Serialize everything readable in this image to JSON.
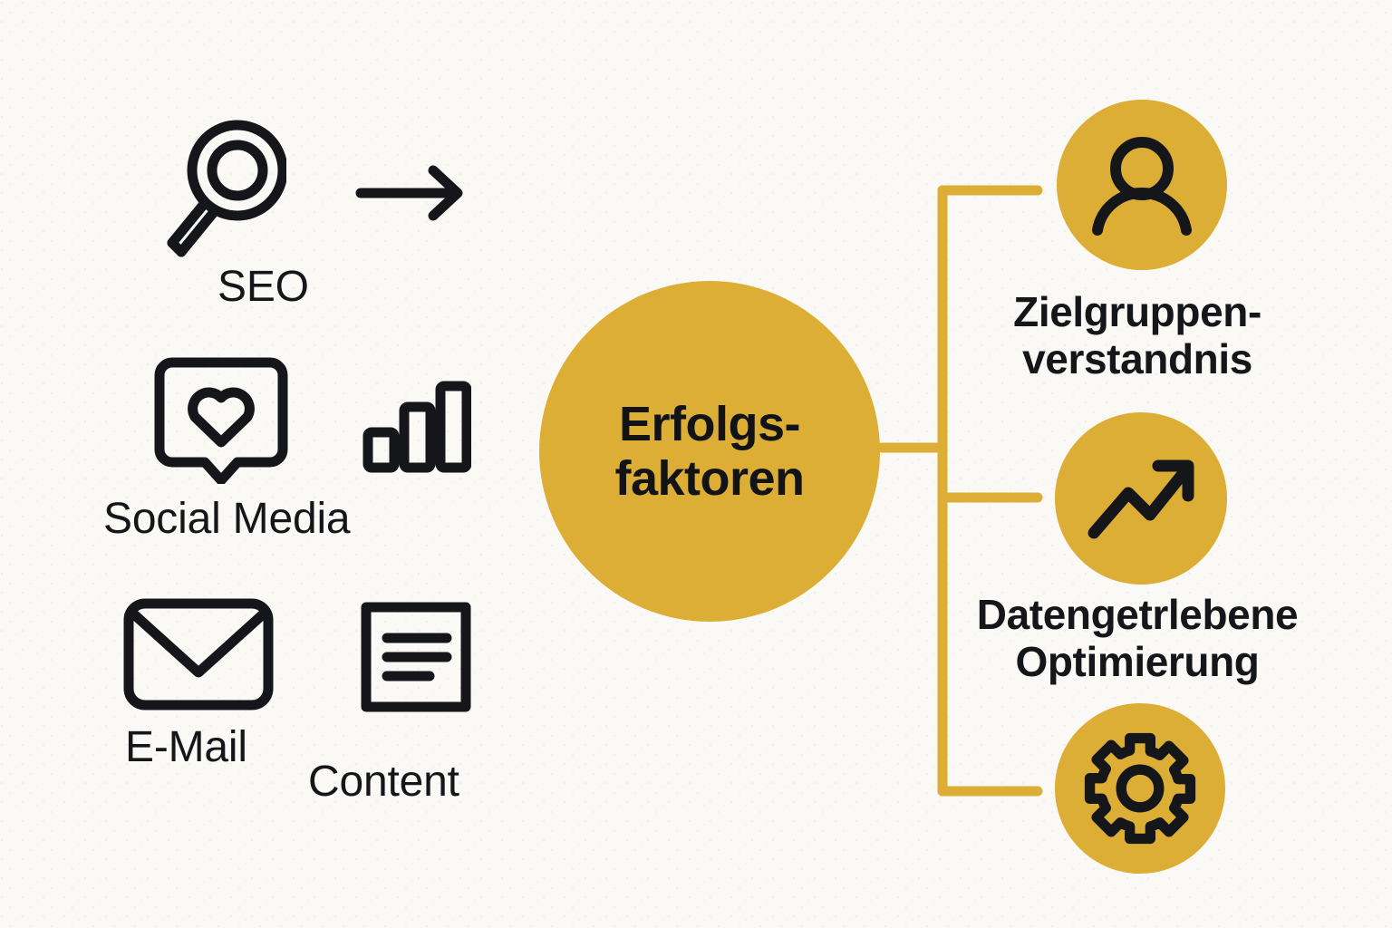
{
  "palette": {
    "background": "#faf9f6",
    "accent_gold": "#ddae35",
    "ink": "#14161a"
  },
  "center": {
    "label": "Erfolgs-\nfaktoren",
    "shape": "circle"
  },
  "inputs": {
    "items": [
      {
        "label": "SEO",
        "icon": "magnifier-icon"
      },
      {
        "label": "Social Media",
        "icon": "speech-bubble-heart-icon"
      },
      {
        "label": "E-Mail",
        "icon": "envelope-icon"
      },
      {
        "label": "Content",
        "icon": "document-lines-icon"
      }
    ],
    "decorations": [
      {
        "icon": "arrow-right-icon"
      },
      {
        "icon": "bar-chart-icon"
      }
    ]
  },
  "outputs": {
    "items": [
      {
        "label": "Zielgruppen-\nverstandnis",
        "icon": "person-icon"
      },
      {
        "label": "Datengetrlebene\nOptimierung",
        "icon": "trending-up-icon"
      },
      {
        "label": "",
        "icon": "gear-icon"
      }
    ]
  },
  "connector": {
    "style": "bracket",
    "color": "#ddae35",
    "branch_count": 3
  }
}
